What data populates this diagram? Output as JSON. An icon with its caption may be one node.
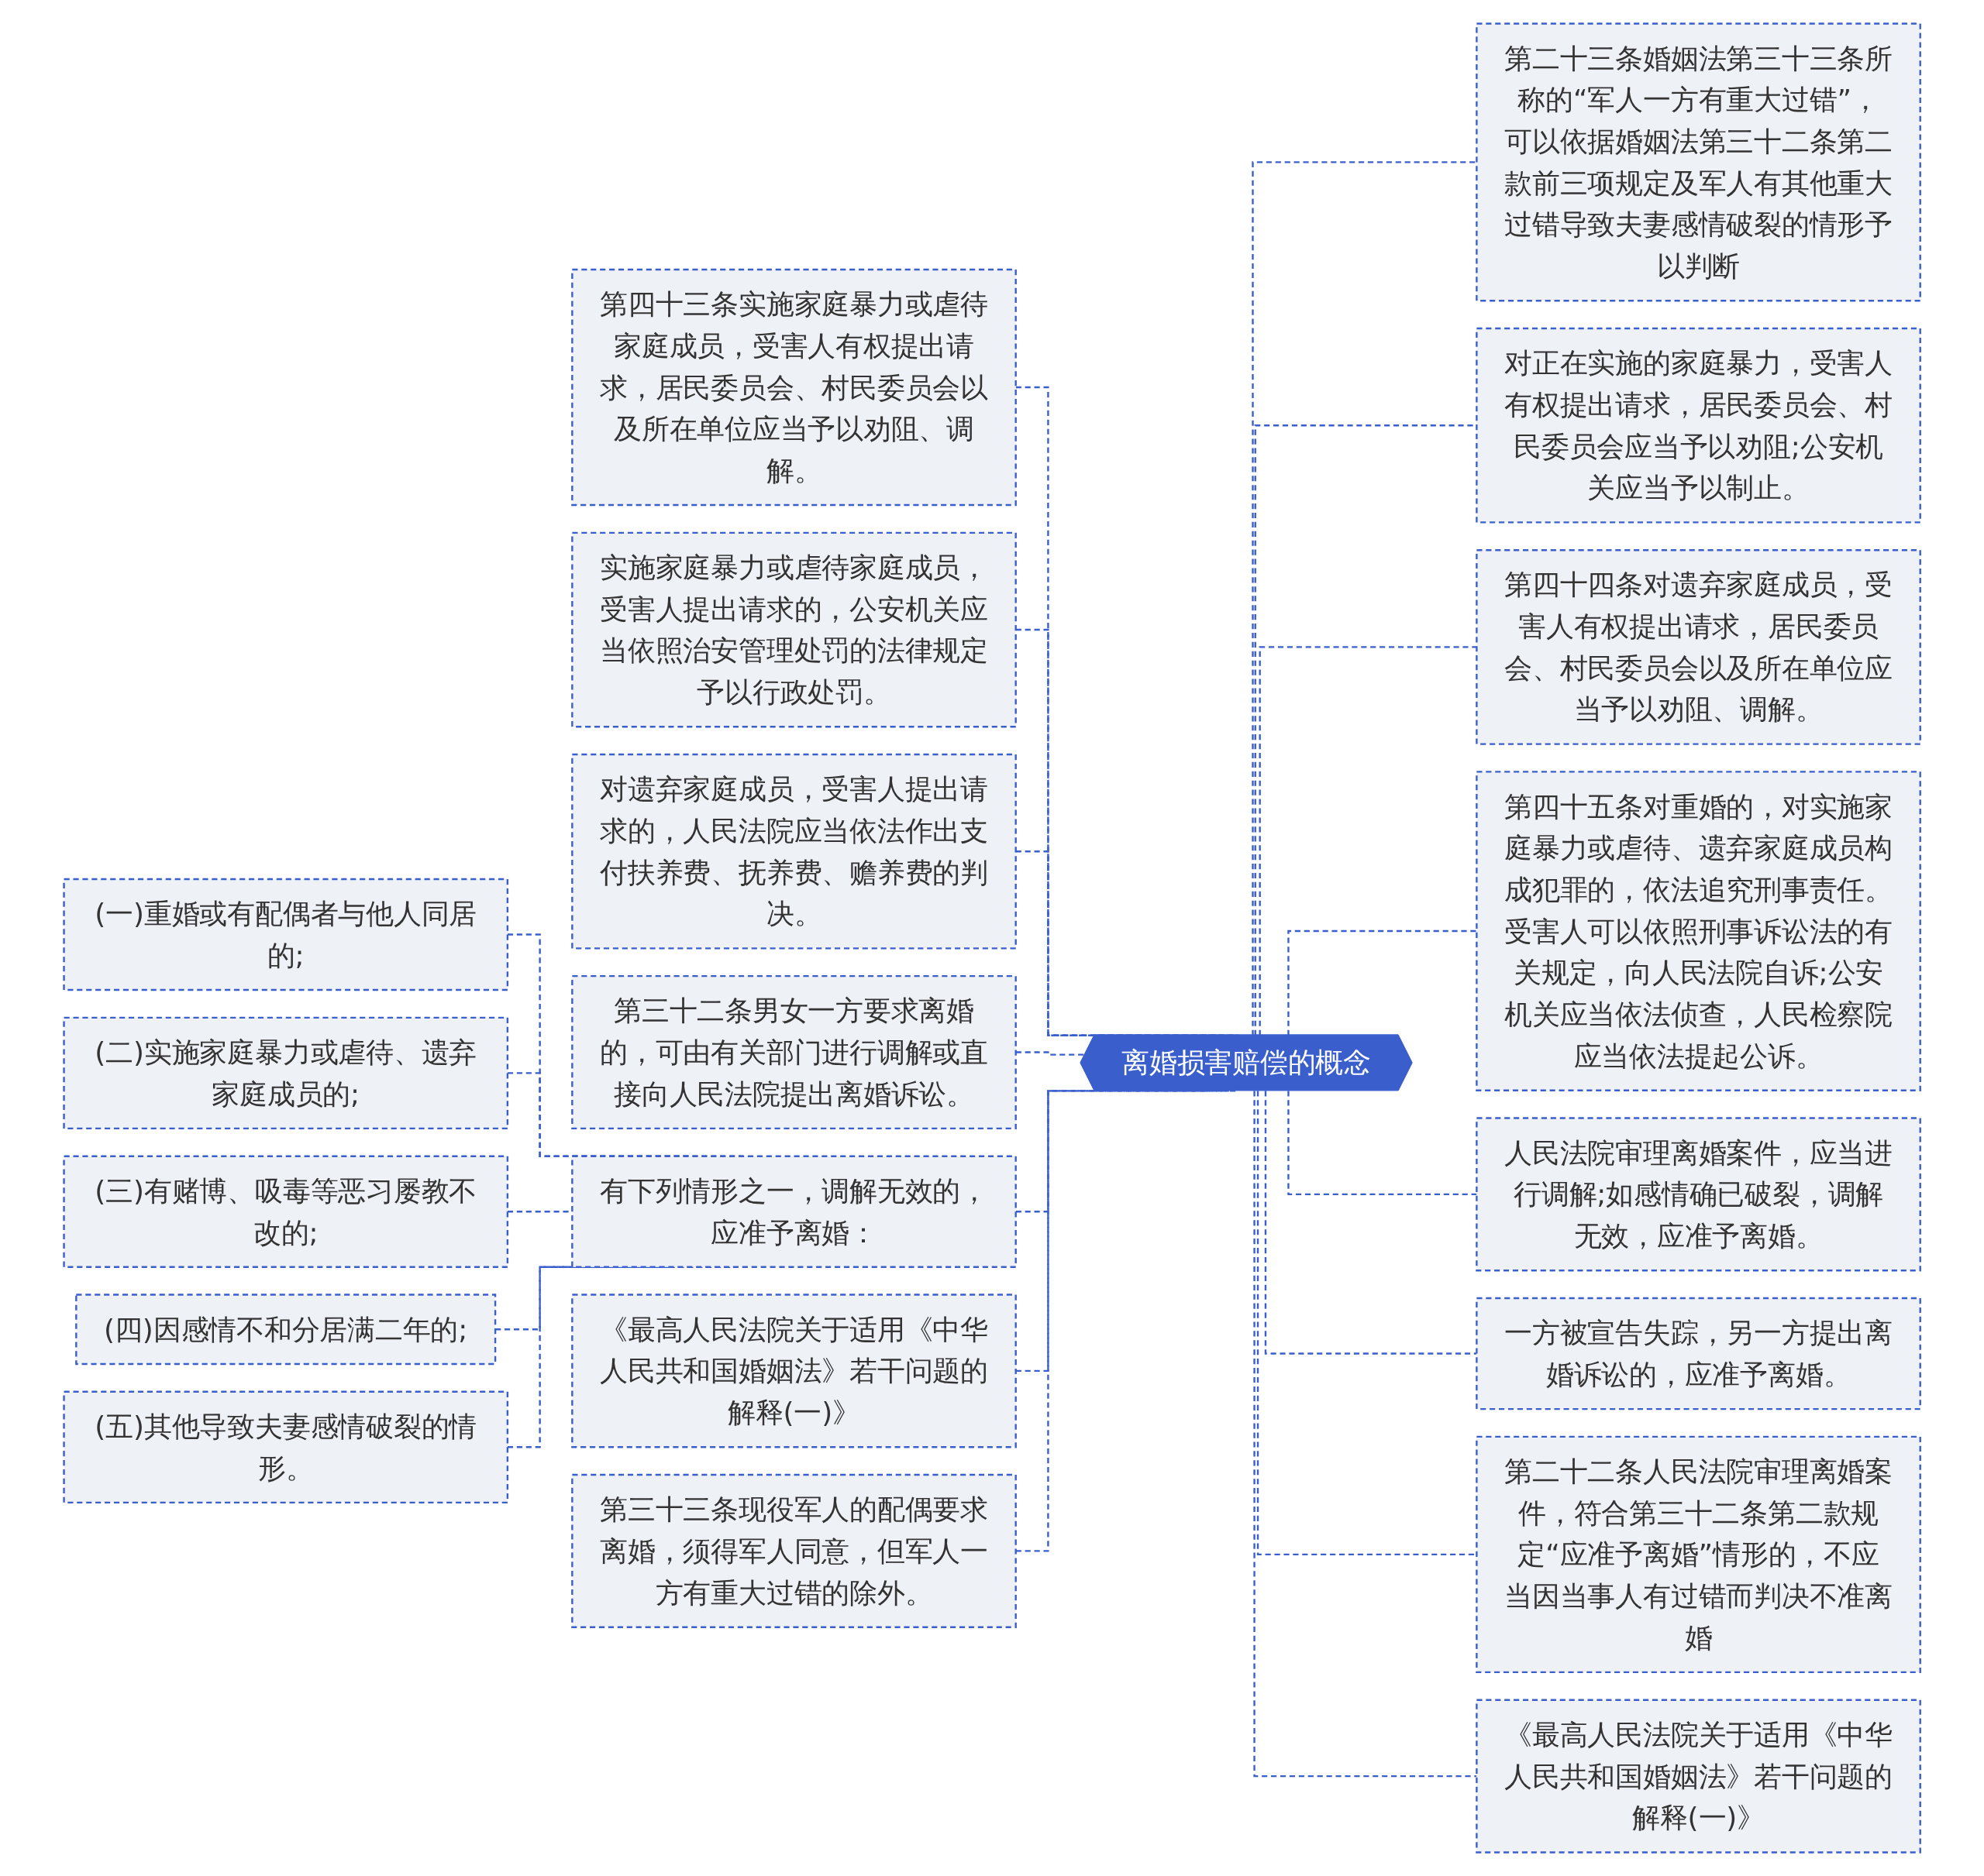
{
  "diagram": {
    "nodes": [
      {
        "text": [
          "离婚损害赔偿的概念"
        ]
      },
      {
        "text": [
          "第四十三条实施家庭暴力或虐待家庭成员，受害人有权提出请求，居民委员会、村民委员会以及所在单位应当予以劝阻、调解。"
        ]
      },
      {
        "text": [
          "实施家庭暴力或虐待家庭成员，受害人提出请求的，公安机关应当依照治安管理处罚的法律规定予以行政处罚。"
        ]
      },
      {
        "text": [
          "对遗弃家庭成员，受害人提出请求的，人民法院应当依法作出支付扶养费、抚养费、赡养费的判决。"
        ]
      },
      {
        "text": [
          "第三十二条男女一方要求离婚的，可由有关部门进行调解或直接向人民法院提出离婚诉讼。"
        ]
      },
      {
        "text": [
          "有下列情形之一，调解无效的，应准予离婚："
        ]
      },
      {
        "text": [
          "(一)重婚或有配偶者与他人同居的;"
        ]
      },
      {
        "text": [
          "(二)实施家庭暴力或虐待、遗弃家庭成员的;"
        ]
      },
      {
        "text": [
          "(三)有赌博、吸毒等恶习屡教不改的;"
        ]
      },
      {
        "text": [
          "(四)因感情不和分居满二年的;"
        ]
      },
      {
        "text": [
          "(五)其他导致夫妻感情破裂的情形。"
        ]
      },
      {
        "text": [
          "《最高人民法院关于适用《中华人民共和国婚姻法》若干问题的解释(一)》"
        ]
      },
      {
        "text": [
          "第三十三条现役军人的配偶要求离婚，须得军人同意，但军人一方有重大过错的除外。"
        ]
      },
      {
        "text": [
          "第二十三条婚姻法第三十三条所称的“军人一方有重大过错”，可以依据婚姻法第三十二条第二款前三项规定及军人有其他重大过错导致夫妻感情破裂的情形予以判断"
        ]
      },
      {
        "text": [
          "对正在实施的家庭暴力，受害人有权提出请求，居民委员会、村民委员会应当予以劝阻;公安机关应当予以制止。"
        ]
      },
      {
        "text": [
          "第四十四条对遗弃家庭成员，受害人有权提出请求，居民委员会、村民委员会以及所在单位应当予以劝阻、调解。"
        ]
      },
      {
        "text": [
          "第四十五条对重婚的，对实施家庭暴力或虐待、遗弃家庭成员构成犯罪的，依法追究刑事责任。受害人可以依照刑事诉讼法的有关规定，向人民法院自诉;公安机关应当依法侦查，人民检察院应当依法提起公诉。"
        ]
      },
      {
        "text": [
          "人民法院审理离婚案件，应当进行调解;如感情确已破裂，调解无效，应准予离婚。"
        ]
      },
      {
        "text": [
          "一方被宣告失踪，另一方提出离婚诉讼的，应准予离婚。"
        ]
      },
      {
        "text": [
          "第二十二条人民法院审理离婚案件，符合第三十二条第二款规定“应准予离婚”情形的，不应当因当事人有过错而判决不准离婚"
        ]
      },
      {
        "text": [
          "《最高人民法院关于适用《中华人民共和国婚姻法》若干问题的解释(一)》"
        ]
      }
    ],
    "edges": [
      {
        "from": 0,
        "to": 1,
        "arrow": "none",
        "style": "dashed"
      },
      {
        "from": 0,
        "to": 2,
        "arrow": "none",
        "style": "dashed"
      },
      {
        "from": 0,
        "to": 3,
        "arrow": "none",
        "style": "dashed"
      },
      {
        "from": 0,
        "to": 4,
        "arrow": "none",
        "style": "dashed"
      },
      {
        "from": 0,
        "to": 5,
        "arrow": "none",
        "style": "dashed"
      },
      {
        "from": 5,
        "to": 6,
        "arrow": "none",
        "style": "dashed"
      },
      {
        "from": 5,
        "to": 7,
        "arrow": "none",
        "style": "dashed"
      },
      {
        "from": 5,
        "to": 8,
        "arrow": "none",
        "style": "dashed"
      },
      {
        "from": 5,
        "to": 9,
        "arrow": "none",
        "style": "dashed"
      },
      {
        "from": 5,
        "to": 10,
        "arrow": "none",
        "style": "dashed"
      },
      {
        "from": 0,
        "to": 11,
        "arrow": "none",
        "style": "dashed"
      },
      {
        "from": 0,
        "to": 12,
        "arrow": "none",
        "style": "dashed"
      },
      {
        "from": 0,
        "to": 13,
        "arrow": "none",
        "style": "dashed"
      },
      {
        "from": 0,
        "to": 14,
        "arrow": "none",
        "style": "dashed"
      },
      {
        "from": 0,
        "to": 15,
        "arrow": "none",
        "style": "dashed"
      },
      {
        "from": 0,
        "to": 16,
        "arrow": "none",
        "style": "dashed"
      },
      {
        "from": 0,
        "to": 17,
        "arrow": "none",
        "style": "dashed"
      },
      {
        "from": 0,
        "to": 18,
        "arrow": "none",
        "style": "dashed"
      },
      {
        "from": 0,
        "to": 19,
        "arrow": "none",
        "style": "dashed"
      },
      {
        "from": 0,
        "to": 20,
        "arrow": "none",
        "style": "dashed"
      }
    ]
  }
}
